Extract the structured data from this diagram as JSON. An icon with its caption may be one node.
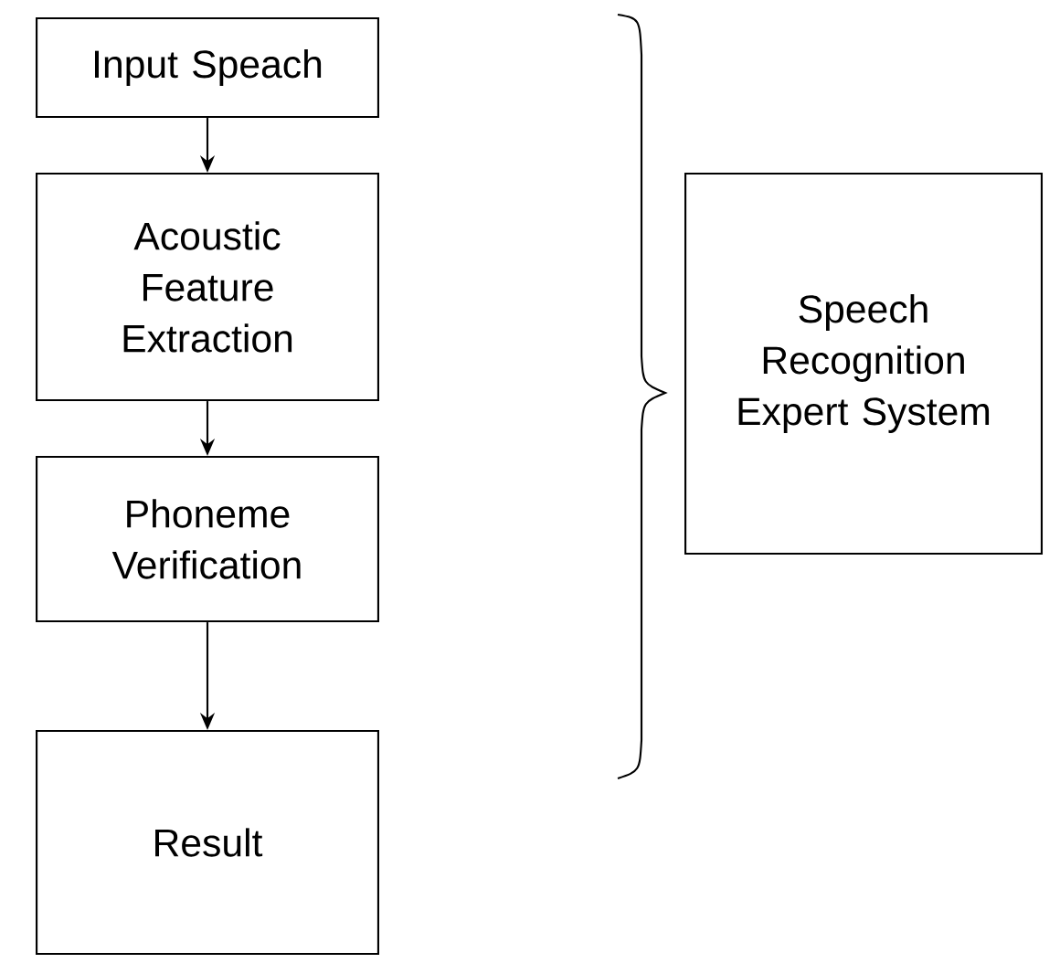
{
  "diagram": {
    "nodes": [
      {
        "text": [
          "Input Speach"
        ]
      },
      {
        "text": [
          "Acoustic Feature Extraction"
        ]
      },
      {
        "text": [
          "Phoneme Verification"
        ]
      },
      {
        "text": [
          "Result"
        ]
      },
      {
        "text": [
          "Speech Recognition Expert System"
        ]
      }
    ],
    "edges": [
      {
        "from": 0,
        "to": 1,
        "arrow": "to"
      },
      {
        "from": 1,
        "to": 2,
        "arrow": "to"
      },
      {
        "from": 2,
        "to": 3,
        "arrow": "to"
      }
    ]
  }
}
